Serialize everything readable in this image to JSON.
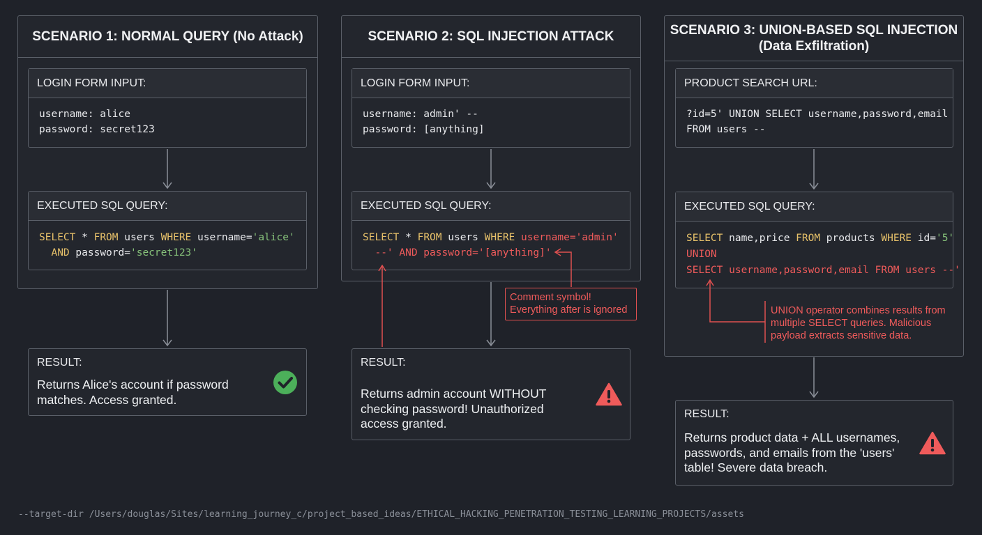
{
  "scenario1": {
    "title": "SCENARIO 1: NORMAL QUERY (No Attack)",
    "input_header": "LOGIN FORM INPUT:",
    "input_line1": "username: alice",
    "input_line2": "password: secret123",
    "query_header": "EXECUTED SQL QUERY:",
    "q_select": "SELECT",
    "q_star": " * ",
    "q_from": "FROM",
    "q_users": " users ",
    "q_where": "WHERE",
    "q_username": " username=",
    "q_alice": "'alice'",
    "q_indent": "  ",
    "q_and": "AND",
    "q_password": " password=",
    "q_secret": "'secret123'",
    "result_label": "RESULT:",
    "result_line1": "Returns Alice's account if password",
    "result_line2": "matches. Access granted.",
    "status_icon": "check-circle-icon"
  },
  "scenario2": {
    "title": "SCENARIO 2: SQL INJECTION ATTACK",
    "input_header": "LOGIN FORM INPUT:",
    "input_line1": "username: admin' --",
    "input_line2": "password: [anything]",
    "query_header": "EXECUTED SQL QUERY:",
    "q_select": "SELECT",
    "q_star": " * ",
    "q_from": "FROM",
    "q_users": " users ",
    "q_where": "WHERE",
    "q_rest1": " username='admin'",
    "q_line2": "  --' AND password='[anything]'",
    "annotation_line1": "Comment symbol!",
    "annotation_line2": "Everything after is ignored",
    "result_label": "RESULT:",
    "result_line1": "Returns admin account WITHOUT",
    "result_line2": "checking password! Unauthorized",
    "result_line3": "access granted.",
    "status_icon": "warning-icon"
  },
  "scenario3": {
    "title_line1": "SCENARIO 3: UNION-BASED SQL INJECTION",
    "title_line2": "(Data Exfiltration)",
    "input_header": "PRODUCT SEARCH URL:",
    "input_line1": "?id=5' UNION SELECT username,password,email",
    "input_line2": "FROM users --",
    "query_header": "EXECUTED SQL QUERY:",
    "q_select": "SELECT",
    "q_cols": " name,price ",
    "q_from": "FROM",
    "q_products": " products ",
    "q_where": "WHERE",
    "q_id": " id=",
    "q_five": "'5'",
    "q_union": "UNION",
    "q_line3": "SELECT username,password,email FROM users --'",
    "annotation_line1": "UNION operator combines results from",
    "annotation_line2": "multiple SELECT queries. Malicious",
    "annotation_line3": "payload extracts sensitive data.",
    "result_label": "RESULT:",
    "result_line1": "Returns product data + ALL usernames,",
    "result_line2": "passwords, and emails from the 'users'",
    "result_line3": "table! Severe data breach.",
    "status_icon": "warning-icon"
  },
  "footer": "--target-dir /Users/douglas/Sites/learning_journey_c/project_based_ideas/ETHICAL_HACKING_PENETRATION_TESTING_LEARNING_PROJECTS/assets",
  "colors": {
    "background": "#1f2229",
    "keyword": "#e8c26a",
    "string": "#86c17a",
    "danger": "#ef5b5b",
    "success": "#4caf5a"
  }
}
